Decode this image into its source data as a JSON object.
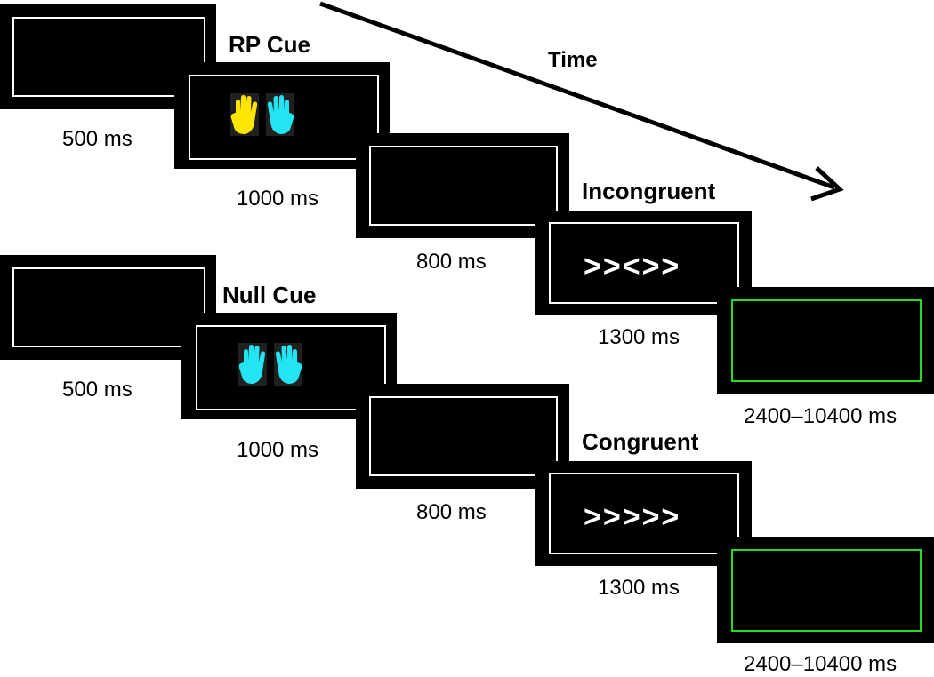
{
  "time_label": "Time",
  "rp_sequence": {
    "cue_title": "RP Cue",
    "condition_title": "Incongruent",
    "flanker_text": ">><>>",
    "fixation_duration": "500 ms",
    "cue_duration": "1000 ms",
    "delay_duration": "800 ms",
    "flanker_duration": "1300 ms",
    "iti_duration": "2400–10400 ms",
    "hand_colors": [
      "#ffe600",
      "#22e4f2"
    ]
  },
  "null_sequence": {
    "cue_title": "Null Cue",
    "condition_title": "Congruent",
    "flanker_text": ">>>>>",
    "fixation_duration": "500 ms",
    "cue_duration": "1000 ms",
    "delay_duration": "800 ms",
    "flanker_duration": "1300 ms",
    "iti_duration": "2400–10400 ms",
    "hand_colors": [
      "#22e4f2",
      "#22e4f2"
    ]
  },
  "colors": {
    "screen": "#000000",
    "frame": "#ffffff",
    "iti_frame": "#22dd22"
  },
  "icons": {
    "hand": "open-hand-icon",
    "arrow": "arrow-icon"
  }
}
